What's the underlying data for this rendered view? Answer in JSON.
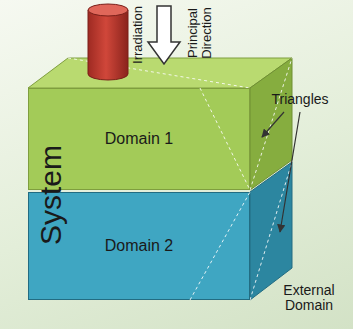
{
  "diagram": {
    "nodes": [
      {
        "text": [
          "Domain 1"
        ]
      },
      {
        "text": [
          "Domain 2"
        ]
      }
    ],
    "labels": [
      "Irradiation",
      "Principal Direction",
      "System",
      "Triangles",
      "External Domain"
    ]
  }
}
